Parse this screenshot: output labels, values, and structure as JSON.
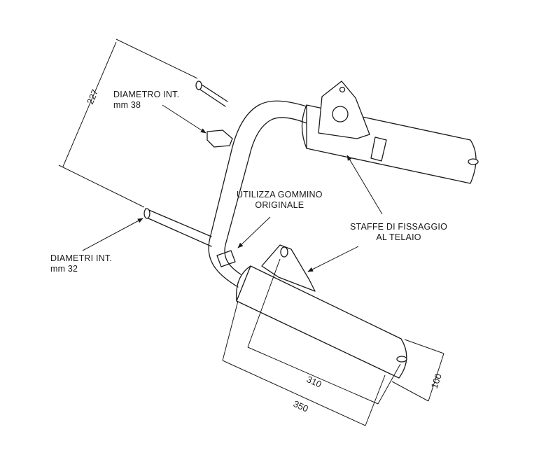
{
  "labels": {
    "diametro_int_line1": "DIAMETRO INT.",
    "diametro_int_line2": "mm 38",
    "diametri_int_line1": "DIAMETRI INT.",
    "diametri_int_line2": "mm 32",
    "gommino_line1": "UTILIZZA GOMMINO",
    "gommino_line2": "ORIGINALE",
    "staffe_line1": "STAFFE DI FISSAGGIO",
    "staffe_line2": "AL TELAIO"
  },
  "dimensions": {
    "spacing": "227",
    "length_inner": "310",
    "length_outer": "350",
    "diameter": "100"
  },
  "colors": {
    "ink": "#1a1a1a",
    "paper": "#ffffff"
  }
}
